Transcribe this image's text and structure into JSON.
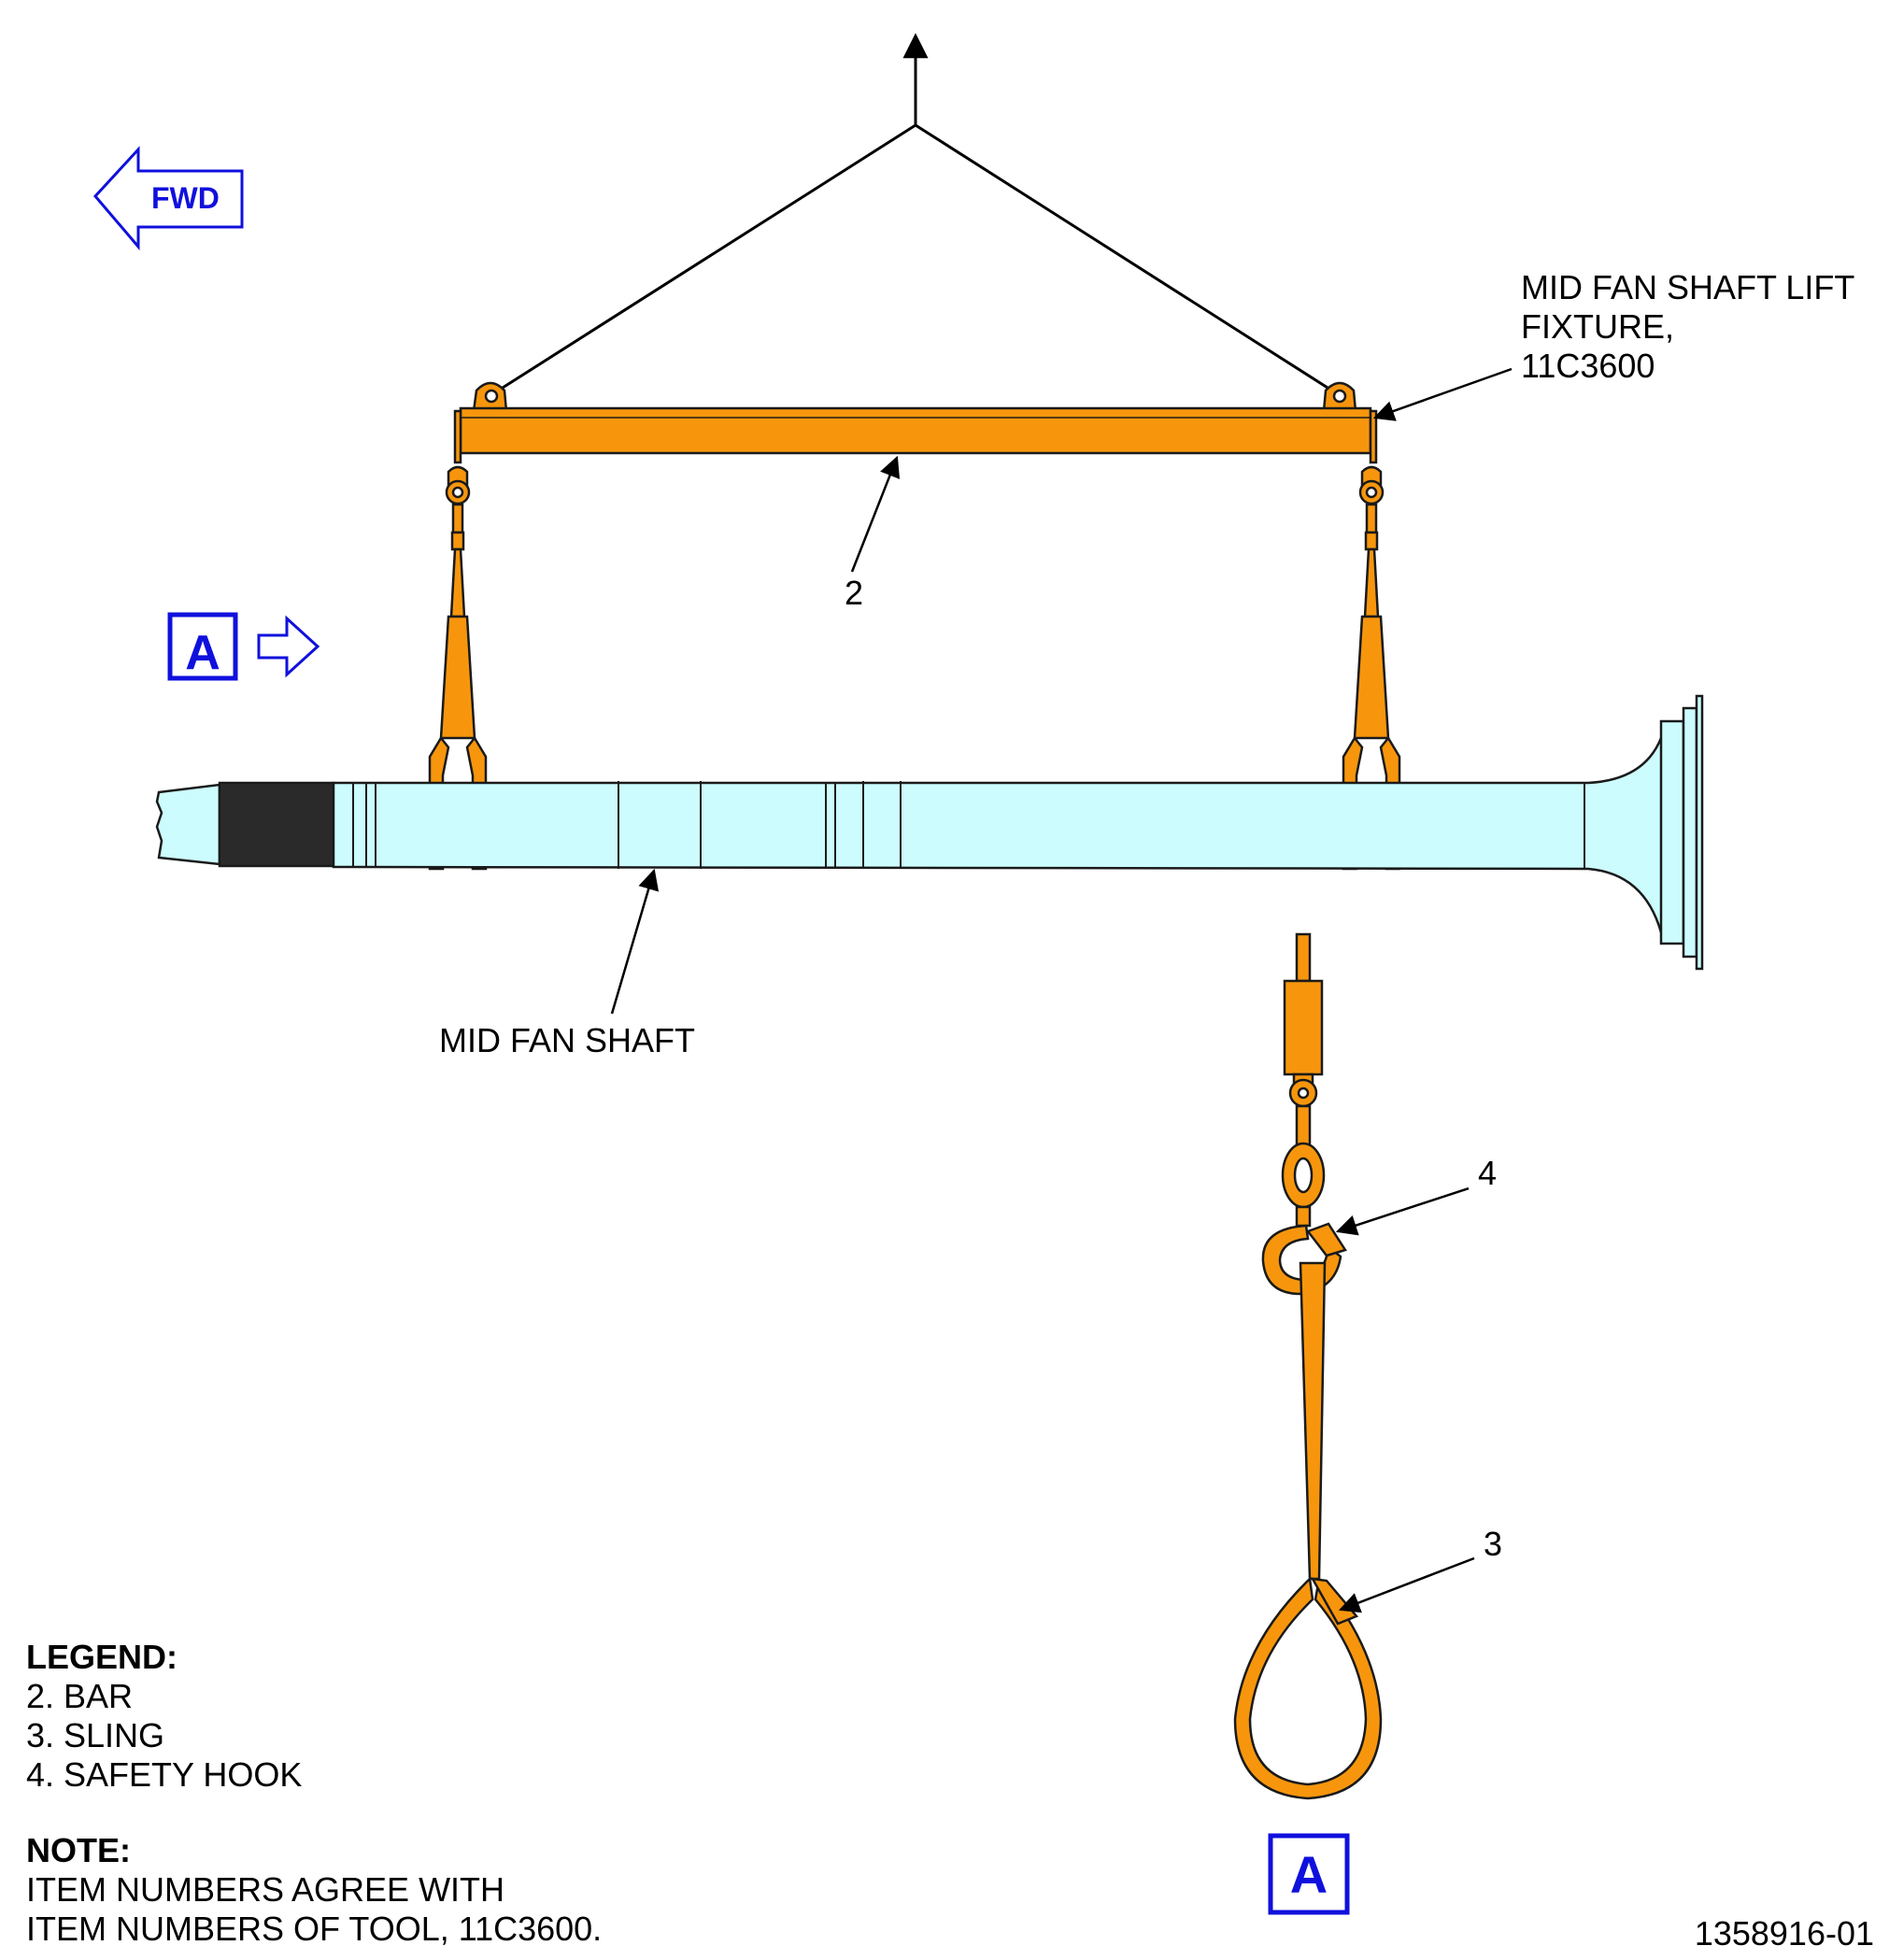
{
  "orientation": {
    "fwd_label": "FWD"
  },
  "view_ref": {
    "letter": "A"
  },
  "labels": {
    "fixture_line1": "MID FAN SHAFT LIFT",
    "fixture_line2": "FIXTURE,",
    "fixture_line3": "11C3600",
    "shaft": "MID FAN SHAFT",
    "item_bar": "2",
    "item_sling": "3",
    "item_hook": "4"
  },
  "legend": {
    "heading": "LEGEND:",
    "items": [
      "2. BAR",
      "3. SLING",
      "4. SAFETY HOOK"
    ]
  },
  "note": {
    "heading": "NOTE:",
    "lines": [
      "ITEM NUMBERS AGREE WITH",
      "ITEM NUMBERS OF TOOL, 11C3600."
    ]
  },
  "figure_id": "1358916-01",
  "colors": {
    "tool_orange": "#f7960d",
    "shaft_cyan": "#ccfcfd",
    "view_blue": "#1010dd",
    "outline": "#1a1a1a"
  }
}
